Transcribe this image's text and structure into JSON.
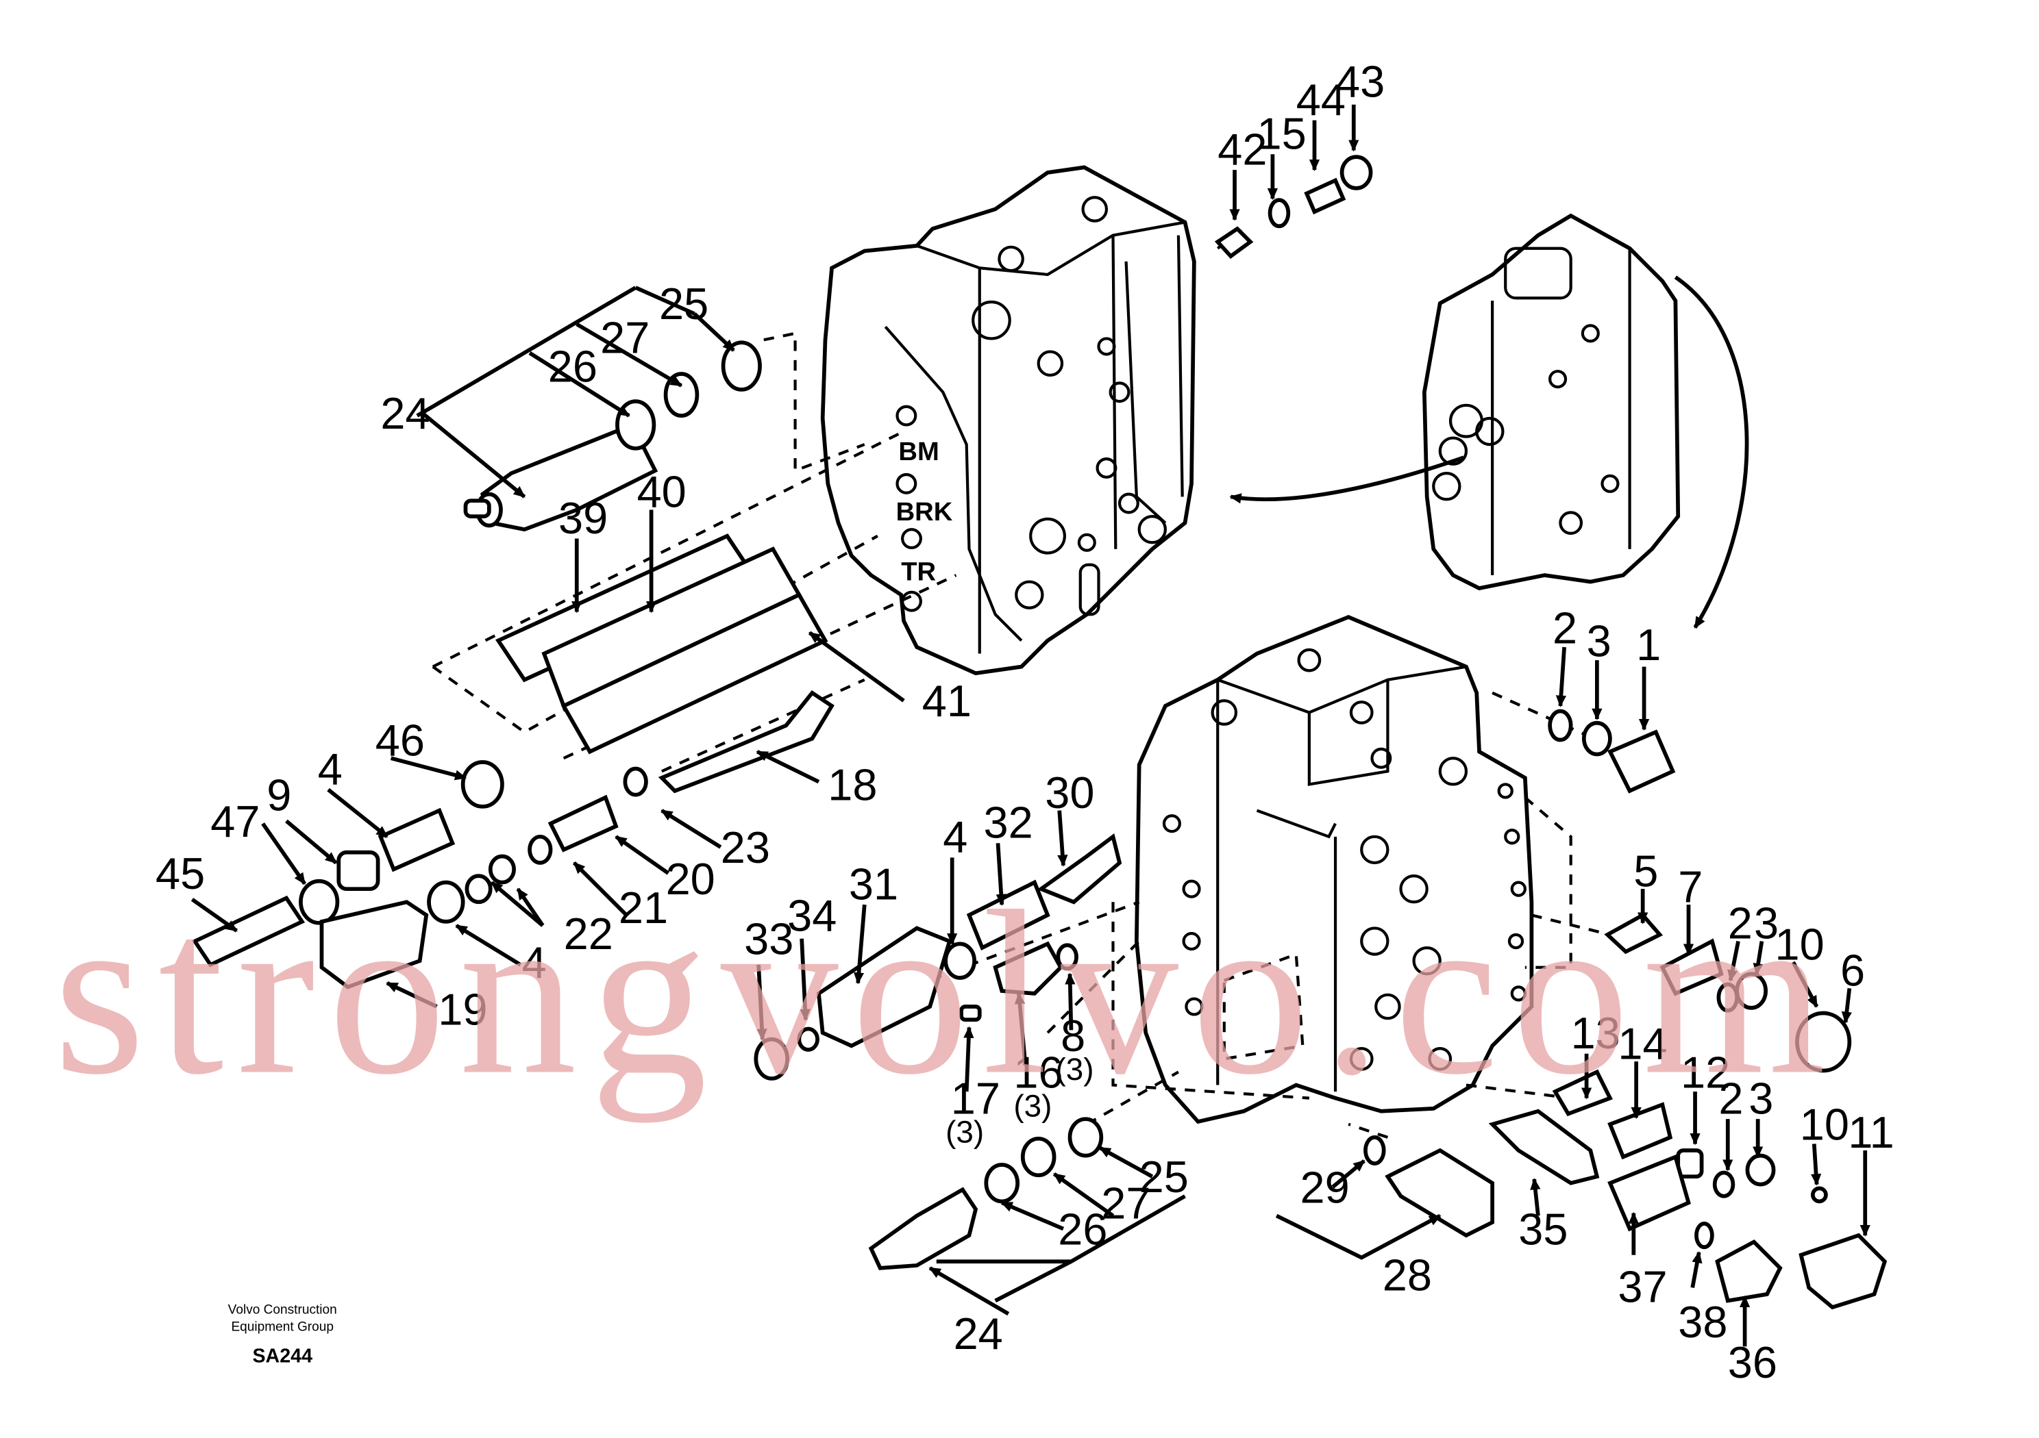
{
  "diagram": {
    "port_labels": {
      "bm": "BM",
      "brk": "BRK",
      "tr": "TR"
    },
    "callouts": {
      "c1": "1",
      "c2a": "2",
      "c2b": "2",
      "c2c": "2",
      "c3a": "3",
      "c3b": "3",
      "c3c": "3",
      "c4a": "4",
      "c4b": "4",
      "c4c": "4",
      "c5": "5",
      "c6": "6",
      "c7": "7",
      "c8": "8",
      "c9": "9",
      "c10a": "10",
      "c10b": "10",
      "c11": "11",
      "c12": "12",
      "c13": "13",
      "c14": "14",
      "c15": "15",
      "c16": "16",
      "c17": "17",
      "c18": "18",
      "c19": "19",
      "c20": "20",
      "c21": "21",
      "c22": "22",
      "c23": "23",
      "c24a": "24",
      "c24b": "24",
      "c25a": "25",
      "c25b": "25",
      "c26a": "26",
      "c26b": "26",
      "c27a": "27",
      "c27b": "27",
      "c28": "28",
      "c29": "29",
      "c30": "30",
      "c31": "31",
      "c32": "32",
      "c33": "33",
      "c34": "34",
      "c35": "35",
      "c36": "36",
      "c37": "37",
      "c38": "38",
      "c39": "39",
      "c40": "40",
      "c41": "41",
      "c42": "42",
      "c43": "43",
      "c44": "44",
      "c45": "45",
      "c46": "46",
      "c47": "47"
    },
    "quantities": {
      "q8": "(3)",
      "q16": "(3)",
      "q17": "(3)"
    }
  },
  "footer": {
    "line1": "Volvo Construction",
    "line2": "Equipment Group",
    "code": "SA244"
  },
  "watermark": {
    "text": "strongvolvo.com"
  }
}
